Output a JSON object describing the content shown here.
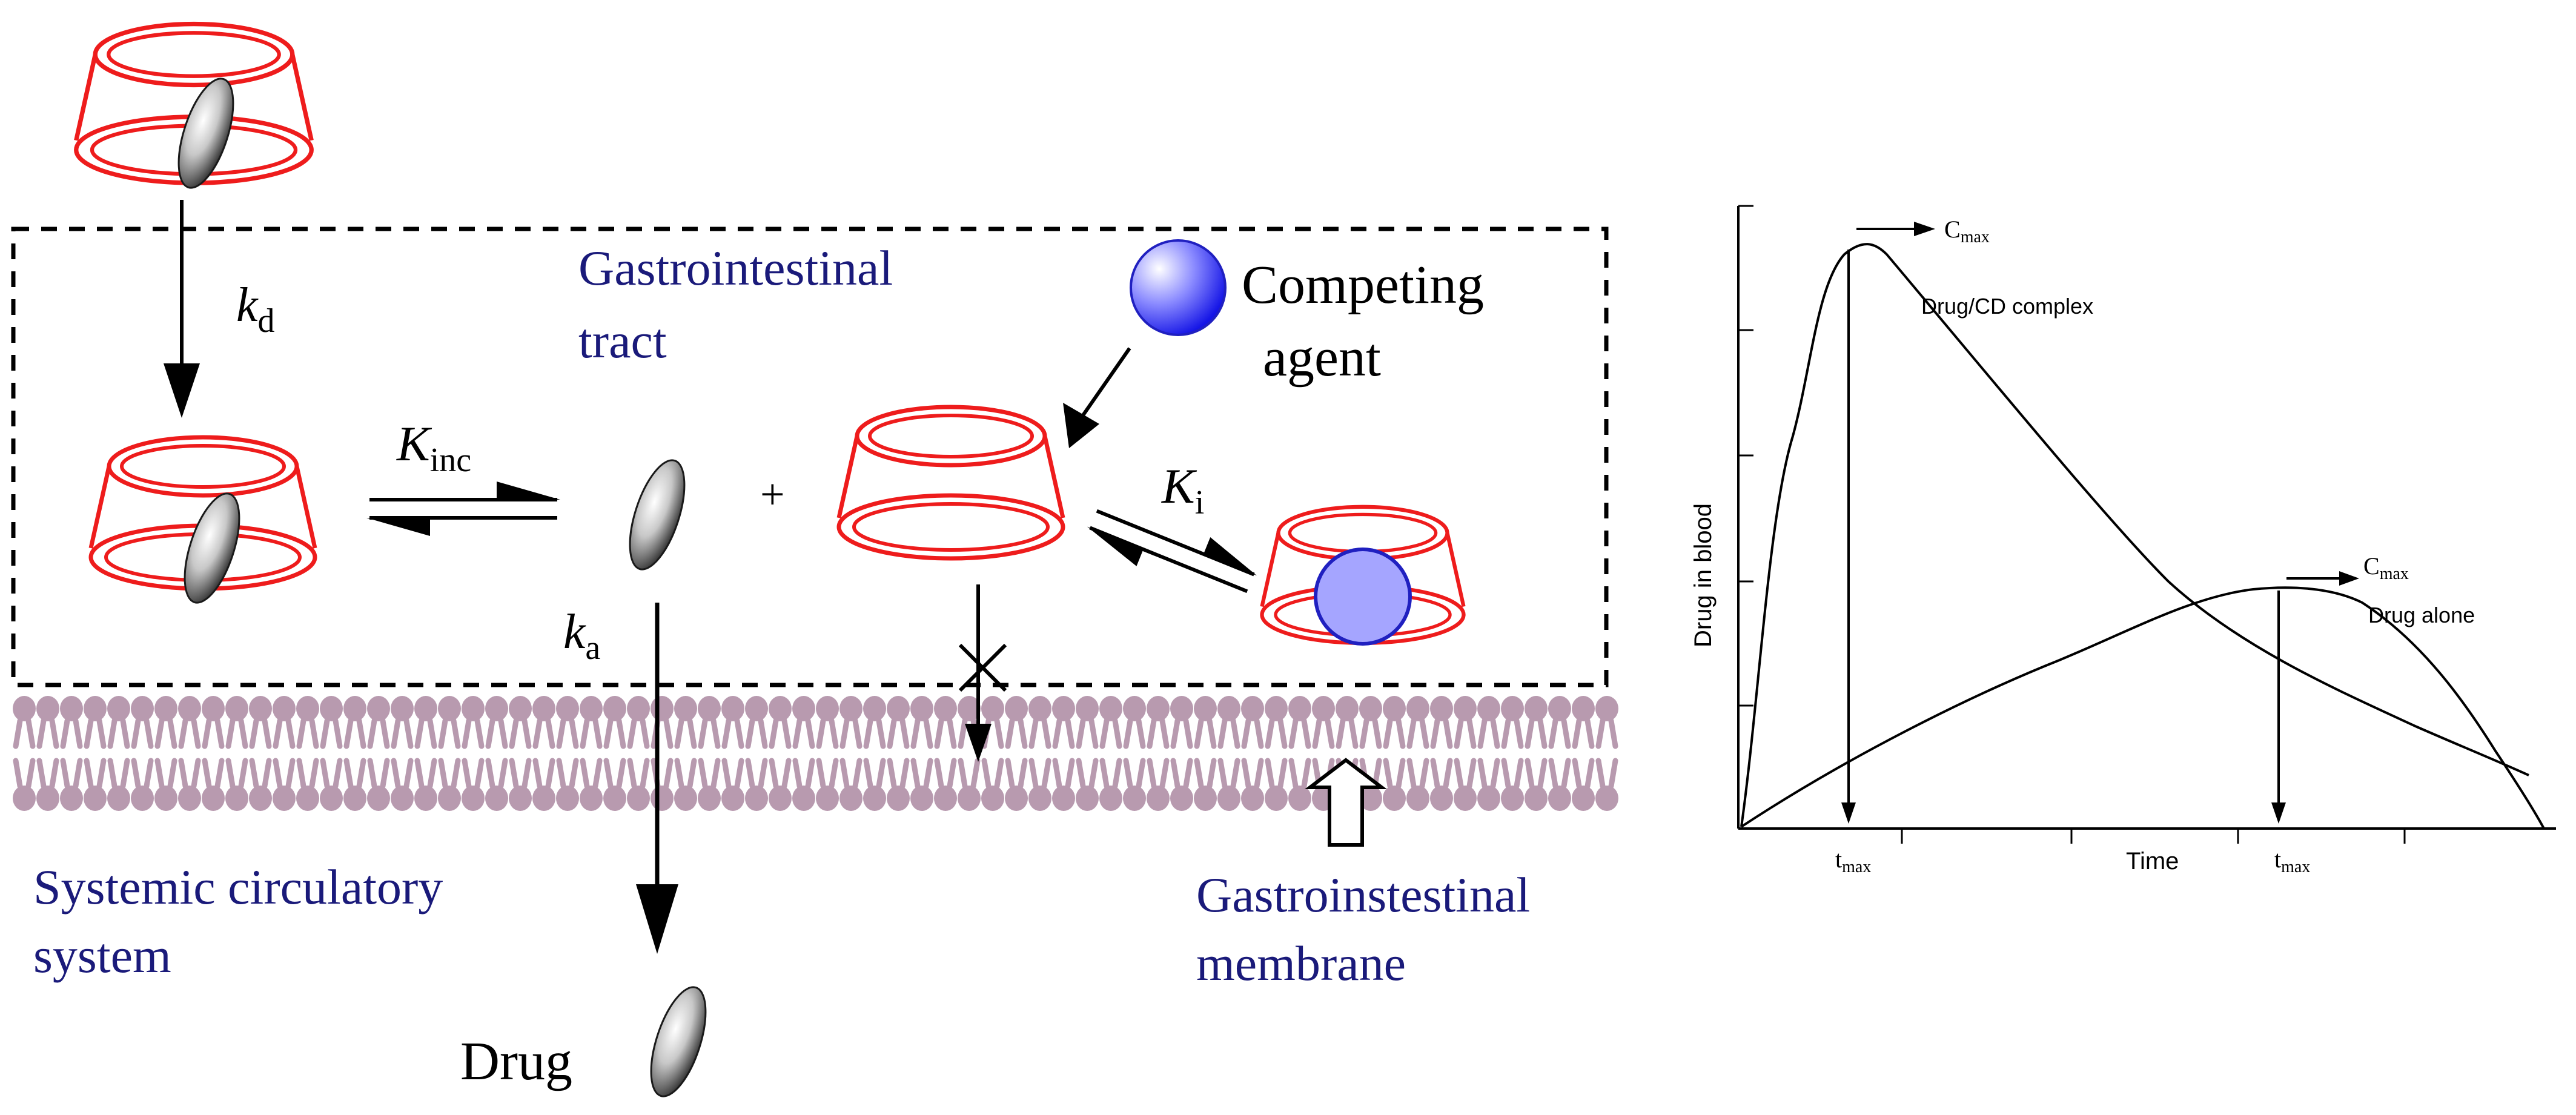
{
  "diagram": {
    "labels": {
      "gi_tract_line1": "Gastrointestinal",
      "gi_tract_line2": "tract",
      "competing_line1": "Competing",
      "competing_line2": "agent",
      "systemic_line1": "Systemic circulatory",
      "systemic_line2": "system",
      "membrane_line1": "Gastroinstestinal",
      "membrane_line2": "membrane",
      "drug": "Drug",
      "plus": "+"
    },
    "rates": {
      "kd_symbol": "k",
      "kd_sub": "d",
      "ka_symbol": "k",
      "ka_sub": "a",
      "kinc_symbol": "K",
      "kinc_sub": "inc",
      "ki_symbol": "K",
      "ki_sub": "i"
    },
    "colors": {
      "cyclodextrin": "#ee1c1c",
      "labels": "#1a1a7a",
      "competing_agent": "#3c3cff",
      "membrane": "#b89aaf"
    }
  },
  "chart_data": {
    "type": "line",
    "ylabel": "Drug in blood",
    "xlabel": "Time",
    "grid": false,
    "axis_values_printed": false,
    "series": [
      {
        "name": "Drug/CD complex",
        "peak_label_main": "C",
        "peak_label_sub": "max",
        "tmax_label_main": "t",
        "tmax_label_sub": "max"
      },
      {
        "name": "Drug alone",
        "peak_label_main": "C",
        "peak_label_sub": "max",
        "tmax_label_main": "t",
        "tmax_label_sub": "max"
      }
    ]
  }
}
